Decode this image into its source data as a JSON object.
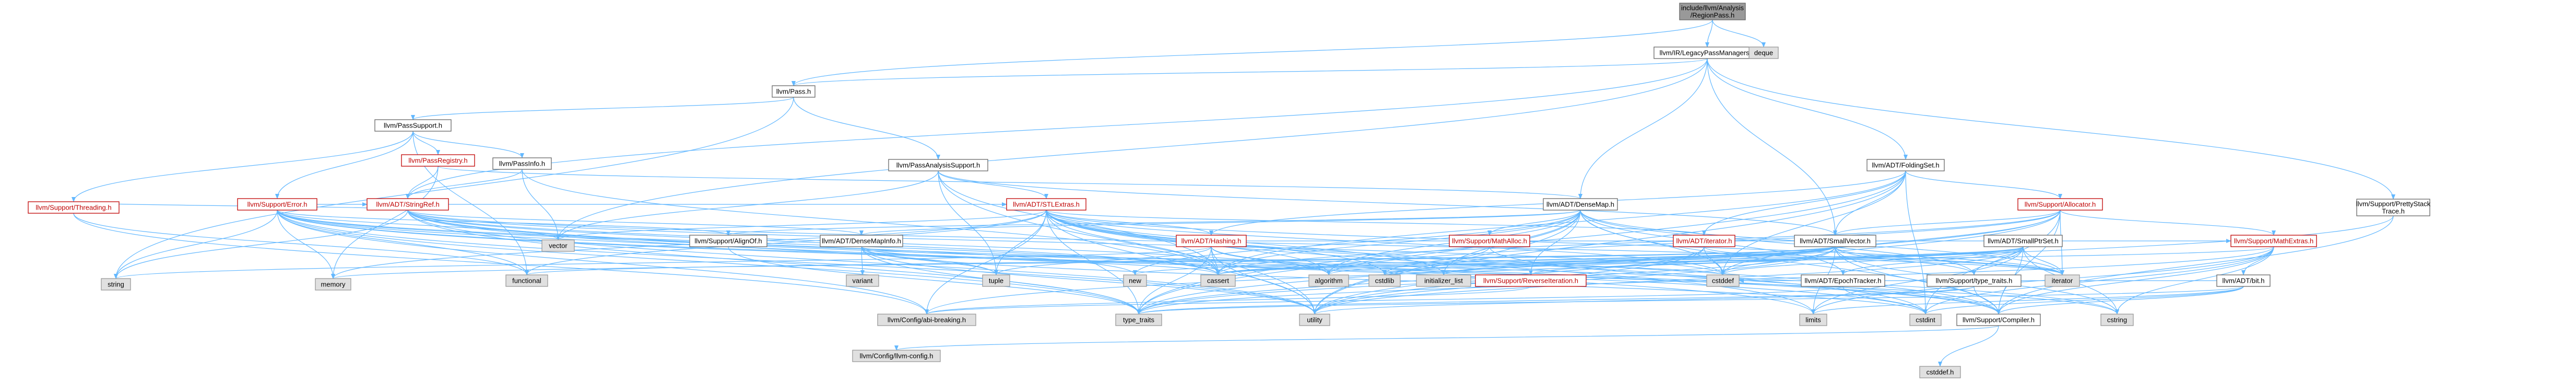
{
  "graph": {
    "nodes": [
      {
        "id": "region_pass",
        "label": [
          "include/llvm/Analysis",
          "/RegionPass.h"
        ],
        "kind": "root"
      },
      {
        "id": "legacy_pm",
        "label": [
          "llvm/IR/LegacyPassManagers.h"
        ],
        "kind": "plain"
      },
      {
        "id": "deque",
        "label": [
          "deque"
        ],
        "kind": "gray"
      },
      {
        "id": "pass_h",
        "label": [
          "llvm/Pass.h"
        ],
        "kind": "plain"
      },
      {
        "id": "pass_support",
        "label": [
          "llvm/PassSupport.h"
        ],
        "kind": "plain"
      },
      {
        "id": "pass_analysis_support",
        "label": [
          "llvm/PassAnalysisSupport.h"
        ],
        "kind": "plain"
      },
      {
        "id": "folding_set",
        "label": [
          "llvm/ADT/FoldingSet.h"
        ],
        "kind": "plain"
      },
      {
        "id": "pretty_stack",
        "label": [
          "llvm/Support/PrettyStack",
          "Trace.h"
        ],
        "kind": "plain"
      },
      {
        "id": "threading",
        "label": [
          "llvm/Support/Threading.h"
        ],
        "kind": "red"
      },
      {
        "id": "pass_registry",
        "label": [
          "llvm/PassRegistry.h"
        ],
        "kind": "red"
      },
      {
        "id": "pass_info",
        "label": [
          "llvm/PassInfo.h"
        ],
        "kind": "plain"
      },
      {
        "id": "error",
        "label": [
          "llvm/Support/Error.h"
        ],
        "kind": "red"
      },
      {
        "id": "string_ref",
        "label": [
          "llvm/ADT/StringRef.h"
        ],
        "kind": "red"
      },
      {
        "id": "stl_extras",
        "label": [
          "llvm/ADT/STLExtras.h"
        ],
        "kind": "red"
      },
      {
        "id": "dense_map",
        "label": [
          "llvm/ADT/DenseMap.h"
        ],
        "kind": "plain"
      },
      {
        "id": "allocator",
        "label": [
          "llvm/Support/Allocator.h"
        ],
        "kind": "red"
      },
      {
        "id": "align_of",
        "label": [
          "llvm/Support/AlignOf.h"
        ],
        "kind": "plain"
      },
      {
        "id": "dense_map_info",
        "label": [
          "llvm/ADT/DenseMapInfo.h"
        ],
        "kind": "plain"
      },
      {
        "id": "hashing",
        "label": [
          "llvm/ADT/Hashing.h"
        ],
        "kind": "red"
      },
      {
        "id": "math_alloc",
        "label": [
          "llvm/Support/MathAlloc.h"
        ],
        "kind": "red"
      },
      {
        "id": "iterator_h",
        "label": [
          "llvm/ADT/iterator.h"
        ],
        "kind": "red"
      },
      {
        "id": "small_vector",
        "label": [
          "llvm/ADT/SmallVector.h"
        ],
        "kind": "plain"
      },
      {
        "id": "small_ptr_set",
        "label": [
          "llvm/ADT/SmallPtrSet.h"
        ],
        "kind": "plain"
      },
      {
        "id": "math_extras",
        "label": [
          "llvm/Support/MathExtras.h"
        ],
        "kind": "red"
      },
      {
        "id": "epoch_tracker",
        "label": [
          "llvm/ADT/EpochTracker.h"
        ],
        "kind": "plain"
      },
      {
        "id": "bit_h",
        "label": [
          "llvm/ADT/bit.h"
        ],
        "kind": "plain"
      },
      {
        "id": "reverse_iter",
        "label": [
          "llvm/Support/ReverseIteration.h"
        ],
        "kind": "red"
      },
      {
        "id": "type_traits_llvm",
        "label": [
          "llvm/Support/type_traits.h"
        ],
        "kind": "plain"
      },
      {
        "id": "compiler_h",
        "label": [
          "llvm/Support/Compiler.h"
        ],
        "kind": "plain"
      },
      {
        "id": "config_abi",
        "label": [
          "llvm/Config/abi-breaking.h"
        ],
        "kind": "gray"
      },
      {
        "id": "config_llvm",
        "label": [
          "llvm/Config/llvm-config.h"
        ],
        "kind": "gray"
      },
      {
        "id": "cstddef2",
        "label": [
          "cstddef.h"
        ],
        "kind": "gray"
      },
      {
        "id": "vector",
        "label": [
          "vector"
        ],
        "kind": "gray"
      },
      {
        "id": "string",
        "label": [
          "string"
        ],
        "kind": "gray"
      },
      {
        "id": "memory",
        "label": [
          "memory"
        ],
        "kind": "gray"
      },
      {
        "id": "functional",
        "label": [
          "functional"
        ],
        "kind": "gray"
      },
      {
        "id": "tuple",
        "label": [
          "tuple"
        ],
        "kind": "gray"
      },
      {
        "id": "variant",
        "label": [
          "variant"
        ],
        "kind": "gray"
      },
      {
        "id": "new",
        "label": [
          "new"
        ],
        "kind": "gray"
      },
      {
        "id": "cassert",
        "label": [
          "cassert"
        ],
        "kind": "gray"
      },
      {
        "id": "algorithm",
        "label": [
          "algorithm"
        ],
        "kind": "gray"
      },
      {
        "id": "cstdlib",
        "label": [
          "cstdlib"
        ],
        "kind": "gray"
      },
      {
        "id": "initializer_list",
        "label": [
          "initializer_list"
        ],
        "kind": "gray"
      },
      {
        "id": "cstddef",
        "label": [
          "cstddef"
        ],
        "kind": "gray"
      },
      {
        "id": "iterator",
        "label": [
          "iterator"
        ],
        "kind": "gray"
      },
      {
        "id": "utility",
        "label": [
          "utility"
        ],
        "kind": "gray"
      },
      {
        "id": "type_traits",
        "label": [
          "type_traits"
        ],
        "kind": "gray"
      },
      {
        "id": "limits",
        "label": [
          "limits"
        ],
        "kind": "gray"
      },
      {
        "id": "cstdint",
        "label": [
          "cstdint"
        ],
        "kind": "gray"
      },
      {
        "id": "cstring",
        "label": [
          "cstring"
        ],
        "kind": "gray"
      }
    ],
    "edges": [
      [
        "region_pass",
        "legacy_pm"
      ],
      [
        "region_pass",
        "deque"
      ],
      [
        "region_pass",
        "pass_h"
      ],
      [
        "legacy_pm",
        "pass_h"
      ],
      [
        "legacy_pm",
        "folding_set"
      ],
      [
        "legacy_pm",
        "dense_map"
      ],
      [
        "legacy_pm",
        "small_vector"
      ],
      [
        "legacy_pm",
        "pretty_stack"
      ],
      [
        "legacy_pm",
        "vector"
      ],
      [
        "legacy_pm",
        "string_ref"
      ],
      [
        "pass_h",
        "pass_support"
      ],
      [
        "pass_h",
        "pass_analysis_support"
      ],
      [
        "pass_h",
        "string"
      ],
      [
        "pass_support",
        "threading"
      ],
      [
        "pass_support",
        "pass_registry"
      ],
      [
        "pass_support",
        "pass_info"
      ],
      [
        "pass_support",
        "error"
      ],
      [
        "pass_support",
        "functional"
      ],
      [
        "pass_analysis_support",
        "stl_extras"
      ],
      [
        "pass_analysis_support",
        "small_vector"
      ],
      [
        "pass_analysis_support",
        "vector"
      ],
      [
        "pass_analysis_support",
        "tuple"
      ],
      [
        "pass_analysis_support",
        "cassert"
      ],
      [
        "pass_analysis_support",
        "utility"
      ],
      [
        "threading",
        "config_abi"
      ],
      [
        "threading",
        "functional"
      ],
      [
        "threading",
        "string_ref"
      ],
      [
        "pass_registry",
        "string_ref"
      ],
      [
        "pass_registry",
        "dense_map"
      ],
      [
        "pass_registry",
        "memory"
      ],
      [
        "pass_info",
        "string_ref"
      ],
      [
        "pass_info",
        "vector"
      ],
      [
        "pass_info",
        "cassert"
      ],
      [
        "error",
        "string_ref"
      ],
      [
        "error",
        "align_of"
      ],
      [
        "error",
        "compiler_h"
      ],
      [
        "error",
        "config_abi"
      ],
      [
        "error",
        "string"
      ],
      [
        "error",
        "memory"
      ],
      [
        "error",
        "vector"
      ],
      [
        "error",
        "functional"
      ],
      [
        "error",
        "new"
      ],
      [
        "error",
        "cassert"
      ],
      [
        "error",
        "cstdint"
      ],
      [
        "error",
        "type_traits"
      ],
      [
        "error",
        "utility"
      ],
      [
        "error",
        "tuple"
      ],
      [
        "string_ref",
        "dense_map_info"
      ],
      [
        "string_ref",
        "stl_extras"
      ],
      [
        "string_ref",
        "compiler_h"
      ],
      [
        "string_ref",
        "algorithm"
      ],
      [
        "string_ref",
        "cassert"
      ],
      [
        "string_ref",
        "cstddef"
      ],
      [
        "string_ref",
        "cstring"
      ],
      [
        "string_ref",
        "limits"
      ],
      [
        "string_ref",
        "string"
      ],
      [
        "string_ref",
        "type_traits"
      ],
      [
        "string_ref",
        "utility"
      ],
      [
        "string_ref",
        "iterator"
      ],
      [
        "stl_extras",
        "hashing"
      ],
      [
        "stl_extras",
        "iterator_h"
      ],
      [
        "stl_extras",
        "compiler_h"
      ],
      [
        "stl_extras",
        "config_abi"
      ],
      [
        "stl_extras",
        "algorithm"
      ],
      [
        "stl_extras",
        "cassert"
      ],
      [
        "stl_extras",
        "cstddef"
      ],
      [
        "stl_extras",
        "cstdint"
      ],
      [
        "stl_extras",
        "cstdlib"
      ],
      [
        "stl_extras",
        "functional"
      ],
      [
        "stl_extras",
        "initializer_list"
      ],
      [
        "stl_extras",
        "iterator"
      ],
      [
        "stl_extras",
        "limits"
      ],
      [
        "stl_extras",
        "memory"
      ],
      [
        "stl_extras",
        "tuple"
      ],
      [
        "stl_extras",
        "type_traits"
      ],
      [
        "stl_extras",
        "utility"
      ],
      [
        "stl_extras",
        "vector"
      ],
      [
        "dense_map",
        "dense_map_info"
      ],
      [
        "dense_map",
        "epoch_tracker"
      ],
      [
        "dense_map",
        "align_of"
      ],
      [
        "dense_map",
        "compiler_h"
      ],
      [
        "dense_map",
        "math_alloc"
      ],
      [
        "dense_map",
        "reverse_iter"
      ],
      [
        "dense_map",
        "type_traits_llvm"
      ],
      [
        "dense_map",
        "algorithm"
      ],
      [
        "dense_map",
        "cassert"
      ],
      [
        "dense_map",
        "cstddef"
      ],
      [
        "dense_map",
        "initializer_list"
      ],
      [
        "dense_map",
        "iterator"
      ],
      [
        "dense_map",
        "new"
      ],
      [
        "dense_map",
        "type_traits"
      ],
      [
        "dense_map",
        "utility"
      ],
      [
        "folding_set",
        "hashing"
      ],
      [
        "folding_set",
        "small_vector"
      ],
      [
        "folding_set",
        "iterator_h"
      ],
      [
        "folding_set",
        "allocator"
      ],
      [
        "folding_set",
        "xxhash"
      ],
      [
        "folding_set",
        "cassert"
      ],
      [
        "folding_set",
        "cstddef"
      ],
      [
        "folding_set",
        "cstdint"
      ],
      [
        "folding_set",
        "type_traits"
      ],
      [
        "folding_set",
        "utility"
      ],
      [
        "pretty_stack",
        "config_abi"
      ],
      [
        "pretty_stack",
        "compiler_h"
      ],
      [
        "allocator",
        "small_vector"
      ],
      [
        "allocator",
        "alloc_base"
      ],
      [
        "allocator",
        "compiler_h"
      ],
      [
        "allocator",
        "math_extras"
      ],
      [
        "allocator",
        "algorithm"
      ],
      [
        "allocator",
        "cassert"
      ],
      [
        "allocator",
        "cstddef"
      ],
      [
        "allocator",
        "cstdint"
      ],
      [
        "allocator",
        "iterator"
      ],
      [
        "allocator",
        "type_traits"
      ],
      [
        "allocator",
        "utility"
      ],
      [
        "align_of",
        "type_traits"
      ],
      [
        "dense_map_info",
        "cassert"
      ],
      [
        "dense_map_info",
        "cstddef"
      ],
      [
        "dense_map_info",
        "cstdint"
      ],
      [
        "dense_map_info",
        "tuple"
      ],
      [
        "dense_map_info",
        "type_traits"
      ],
      [
        "dense_map_info",
        "utility"
      ],
      [
        "dense_map_info",
        "variant"
      ],
      [
        "hashing",
        "math_extras"
      ],
      [
        "hashing",
        "type_traits"
      ],
      [
        "hashing",
        "algorithm"
      ],
      [
        "hashing",
        "cassert"
      ],
      [
        "hashing",
        "cstring"
      ],
      [
        "hashing",
        "string"
      ],
      [
        "hashing",
        "tuple"
      ],
      [
        "hashing",
        "utility"
      ],
      [
        "math_alloc",
        "compiler_h"
      ],
      [
        "math_alloc",
        "cstdlib"
      ],
      [
        "iterator_h",
        "iterator"
      ],
      [
        "iterator_h",
        "cstddef"
      ],
      [
        "iterator_h",
        "type_traits"
      ],
      [
        "iterator_h",
        "utility"
      ],
      [
        "small_vector",
        "compiler_h"
      ],
      [
        "small_vector",
        "type_traits_llvm"
      ],
      [
        "small_vector",
        "algorithm"
      ],
      [
        "small_vector",
        "cassert"
      ],
      [
        "small_vector",
        "cstddef"
      ],
      [
        "small_vector",
        "cstdlib"
      ],
      [
        "small_vector",
        "cstring"
      ],
      [
        "small_vector",
        "functional"
      ],
      [
        "small_vector",
        "initializer_list"
      ],
      [
        "small_vector",
        "iterator"
      ],
      [
        "small_vector",
        "limits"
      ],
      [
        "small_vector",
        "memory"
      ],
      [
        "small_vector",
        "new"
      ],
      [
        "small_vector",
        "type_traits"
      ],
      [
        "small_vector",
        "utility"
      ],
      [
        "small_ptr_set",
        "epoch_tracker"
      ],
      [
        "small_ptr_set",
        "compiler_h"
      ],
      [
        "small_ptr_set",
        "reverse_iter"
      ],
      [
        "small_ptr_set",
        "type_traits_llvm"
      ],
      [
        "small_ptr_set",
        "cassert"
      ],
      [
        "small_ptr_set",
        "cstddef"
      ],
      [
        "small_ptr_set",
        "cstdlib"
      ],
      [
        "small_ptr_set",
        "cstring"
      ],
      [
        "small_ptr_set",
        "initializer_list"
      ],
      [
        "small_ptr_set",
        "iterator"
      ],
      [
        "small_ptr_set",
        "limits"
      ],
      [
        "small_ptr_set",
        "utility"
      ],
      [
        "math_extras",
        "bit_h"
      ],
      [
        "math_extras",
        "compiler_h"
      ],
      [
        "math_extras",
        "cassert"
      ],
      [
        "math_extras",
        "climits"
      ],
      [
        "math_extras",
        "cstdint"
      ],
      [
        "math_extras",
        "cstring"
      ],
      [
        "math_extras",
        "limits"
      ],
      [
        "math_extras",
        "type_traits"
      ],
      [
        "epoch_tracker",
        "config_abi"
      ],
      [
        "epoch_tracker",
        "cstdint"
      ],
      [
        "bit_h",
        "compiler_h"
      ],
      [
        "bit_h",
        "cstddef"
      ],
      [
        "bit_h",
        "cstdint"
      ],
      [
        "bit_h",
        "limits"
      ],
      [
        "bit_h",
        "type_traits"
      ],
      [
        "reverse_iter",
        "config_abi"
      ],
      [
        "type_traits_llvm",
        "compiler_h"
      ],
      [
        "type_traits_llvm",
        "type_traits"
      ],
      [
        "type_traits_llvm",
        "utility"
      ],
      [
        "compiler_h",
        "config_llvm"
      ],
      [
        "compiler_h",
        "cstddef2"
      ]
    ]
  }
}
